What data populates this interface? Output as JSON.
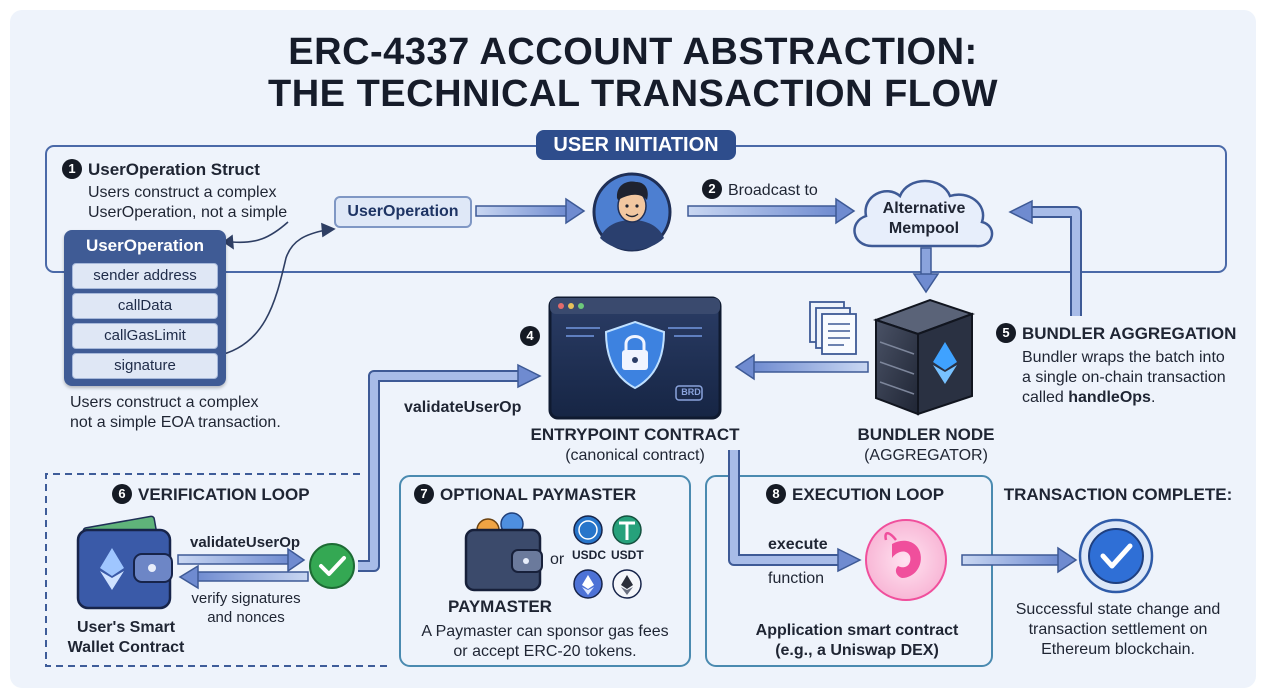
{
  "title": {
    "line1": "ERC-4337 ACCOUNT ABSTRACTION:",
    "line2": "THE TECHNICAL TRANSACTION FLOW"
  },
  "user_initiation": {
    "label": "USER INITIATION",
    "step1": {
      "number": "1",
      "title": "UserOperation Struct",
      "desc_line1": "Users construct a complex",
      "desc_line2": "UserOperation, not a simple"
    },
    "userop_pill": "UserOperation",
    "card": {
      "title": "UserOperation",
      "fields": [
        "sender address",
        "callData",
        "callGasLimit",
        "signature"
      ]
    },
    "card_caption_line1": "Users construct a complex",
    "card_caption_line2": "not a simple EOA transaction.",
    "step2": {
      "number": "2",
      "label": "Broadcast to"
    },
    "mempool": {
      "line1": "Alternative",
      "line2": "Mempool"
    }
  },
  "entrypoint": {
    "number": "4",
    "title": "ENTRYPOINT CONTRACT",
    "subtitle": "(canonical contract)",
    "badge": "BRD",
    "validate_label": "validateUserOp"
  },
  "bundler": {
    "title": "BUNDLER NODE",
    "subtitle": "(AGGREGATOR)",
    "step5": {
      "number": "5",
      "title": "BUNDLER AGGREGATION",
      "desc_line1": "Bundler wraps the batch into",
      "desc_line2": "a single on-chain transaction",
      "desc_line3_prefix": "called ",
      "desc_line3_bold": "handleOps",
      "desc_line3_suffix": "."
    }
  },
  "verification": {
    "number": "6",
    "title": "VERIFICATION LOOP",
    "validate_label": "validateUserOp",
    "verify_line1": "verify signatures",
    "verify_line2": "and nonces",
    "wallet_line1": "User's Smart",
    "wallet_line2": "Wallet Contract"
  },
  "paymaster": {
    "number": "7",
    "title": "OPTIONAL PAYMASTER",
    "or_label": "or",
    "tokens": [
      "USDC",
      "USDT"
    ],
    "name": "PAYMASTER",
    "desc_line1": "A Paymaster can sponsor gas fees",
    "desc_line2": "or accept ERC-20 tokens."
  },
  "execution": {
    "number": "8",
    "title": "EXECUTION LOOP",
    "execute_label": "execute",
    "function_label": "function",
    "app_line1": "Application smart contract",
    "app_line2": "(e.g., a Uniswap DEX)"
  },
  "complete": {
    "title": "TRANSACTION COMPLETE:",
    "desc_line1": "Successful state change and",
    "desc_line2": "transaction settlement on",
    "desc_line3": "Ethereum blockchain."
  },
  "colors": {
    "navy": "#2e4d8c",
    "arrow_fill": "#7d97d4",
    "arrow_stroke": "#3e5a96",
    "check_green": "#34a853",
    "check_blue": "#2f6fd6",
    "uniswap_pink": "#f04f9c",
    "panel_bg": "#eef3fb"
  }
}
